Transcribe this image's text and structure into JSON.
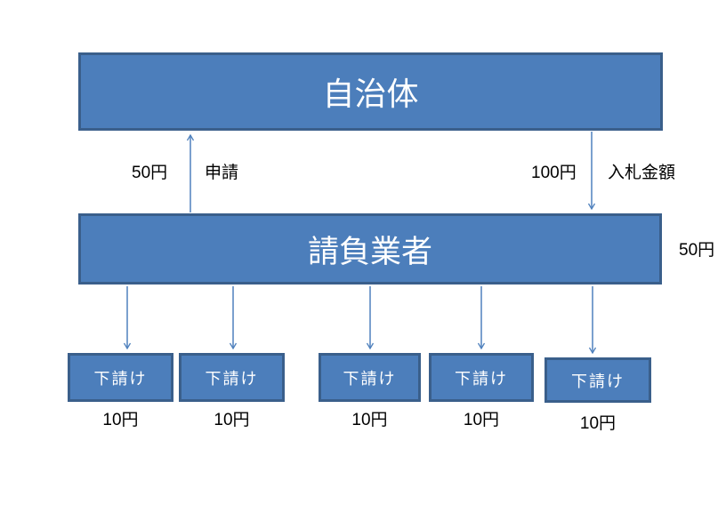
{
  "diagram": {
    "top_box": {
      "label": "自治体"
    },
    "middle_box": {
      "label": "請負業者",
      "side_amount": "50円"
    },
    "flow_up": {
      "amount": "50円",
      "label": "申請"
    },
    "flow_down": {
      "amount": "100円",
      "label": "入札金額"
    },
    "sub_boxes": [
      {
        "label": "下請け",
        "amount": "10円"
      },
      {
        "label": "下請け",
        "amount": "10円"
      },
      {
        "label": "下請け",
        "amount": "10円"
      },
      {
        "label": "下請け",
        "amount": "10円"
      },
      {
        "label": "下請け",
        "amount": "10円"
      }
    ],
    "colors": {
      "box_fill": "#4C7EBB",
      "box_border": "#3A5F8B",
      "arrow": "#4F81BD",
      "box_text": "#FFFFFF",
      "label_text": "#000000",
      "background": "#FFFFFF"
    }
  }
}
